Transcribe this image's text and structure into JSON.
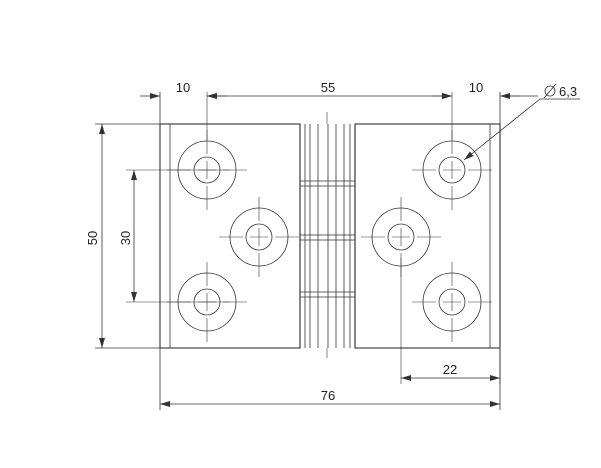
{
  "drawing": {
    "dimensions": {
      "top_left_offset": "10",
      "top_middle_span": "55",
      "top_right_offset": "10",
      "hole_diameter": "6,3",
      "overall_height": "50",
      "hole_spacing_vertical": "30",
      "right_center_to_edge": "22",
      "overall_width": "76"
    },
    "diameter_symbol": "∅"
  }
}
